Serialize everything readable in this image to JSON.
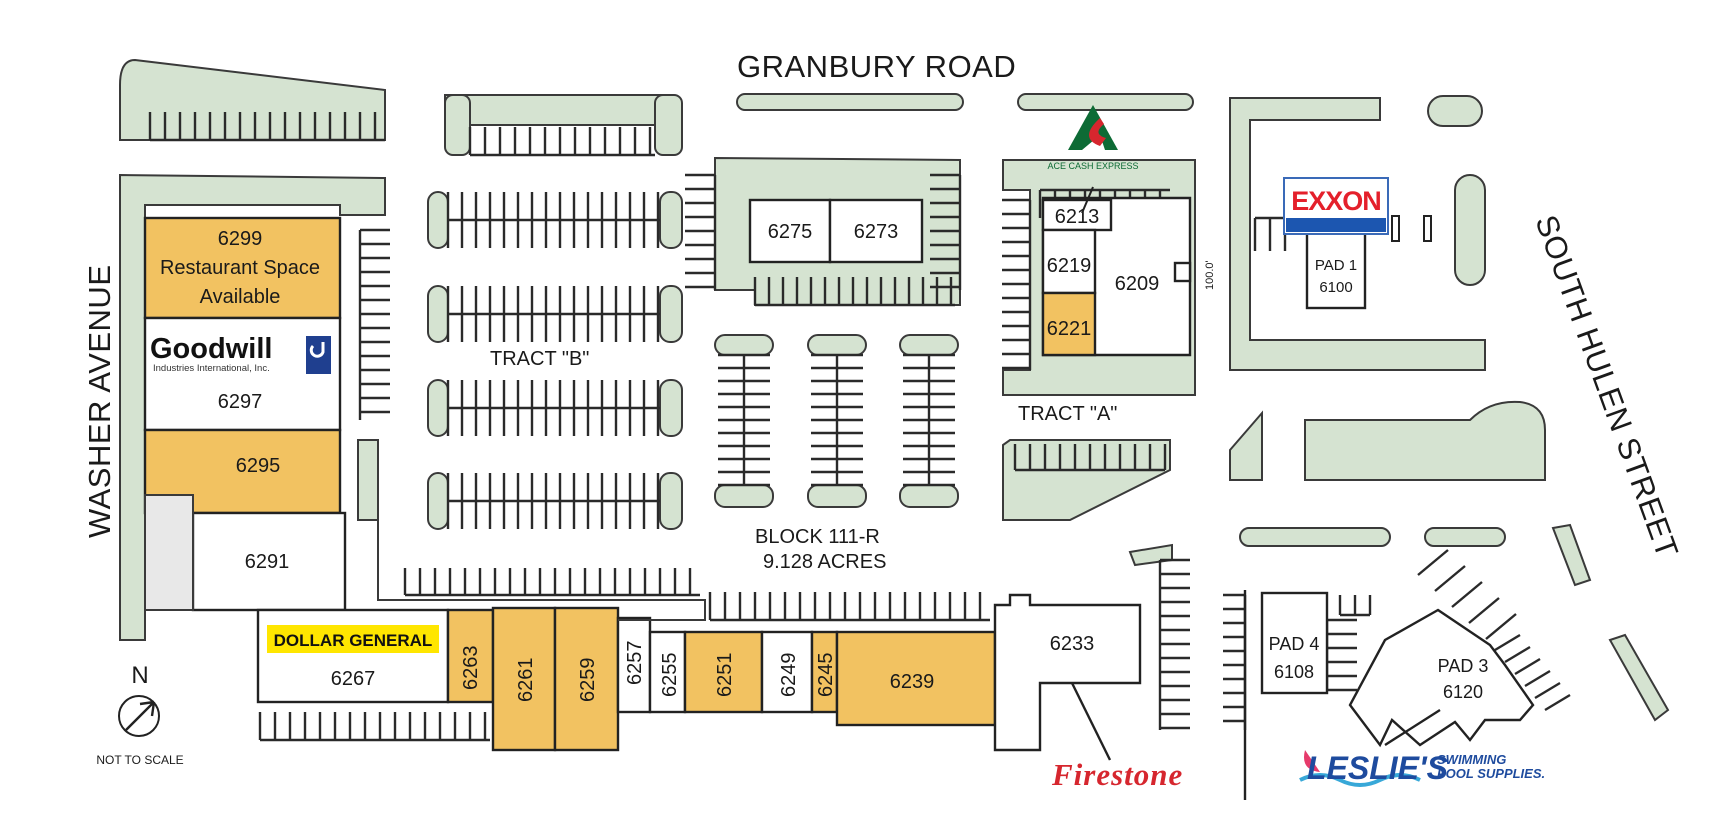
{
  "streets": {
    "north": "GRANBURY ROAD",
    "west": "WASHER AVENUE",
    "east": "SOUTH HULEN STREET"
  },
  "tracts": {
    "b": "TRACT \"B\"",
    "a": "TRACT \"A\""
  },
  "block": {
    "name": "BLOCK 111-R",
    "acres": "9.128 ACRES"
  },
  "units": {
    "u6299": "6299",
    "u6299_line2": "Restaurant Space",
    "u6299_line3": "Available",
    "u6297": "6297",
    "u6295": "6295",
    "u6291": "6291",
    "u6267": "6267",
    "u6263": "6263",
    "u6261": "6261",
    "u6259": "6259",
    "u6257": "6257",
    "u6255": "6255",
    "u6251": "6251",
    "u6249": "6249",
    "u6245": "6245",
    "u6239": "6239",
    "u6233": "6233",
    "u6275": "6275",
    "u6273": "6273",
    "u6213": "6213",
    "u6219": "6219",
    "u6209": "6209",
    "u6221": "6221",
    "pad1": "PAD 1",
    "pad1_num": "6100",
    "pad4": "PAD 4",
    "pad4_num": "6108",
    "pad3": "PAD 3",
    "pad3_num": "6120"
  },
  "brands": {
    "goodwill": "Goodwill",
    "goodwill_sub": "Industries International, Inc.",
    "dollar_general": "DOLLAR GENERAL",
    "ace": "ACE CASH EXPRESS",
    "exxon": "EXXON",
    "firestone": "Firestone",
    "leslies": "LESLIE'S",
    "leslies_sub1": "SWIMMING",
    "leslies_sub2": "POOL SUPPLIES."
  },
  "dimension_label": "100.0'",
  "compass": {
    "north": "N",
    "scale_note": "NOT TO SCALE"
  },
  "colors": {
    "available_space": "#f2c261",
    "landscape": "#d5e3d1",
    "firestone": "#d6262e",
    "exxon": "#e4202b",
    "dollar_general": "#ffe600",
    "leslies": "#1e4b9e"
  }
}
